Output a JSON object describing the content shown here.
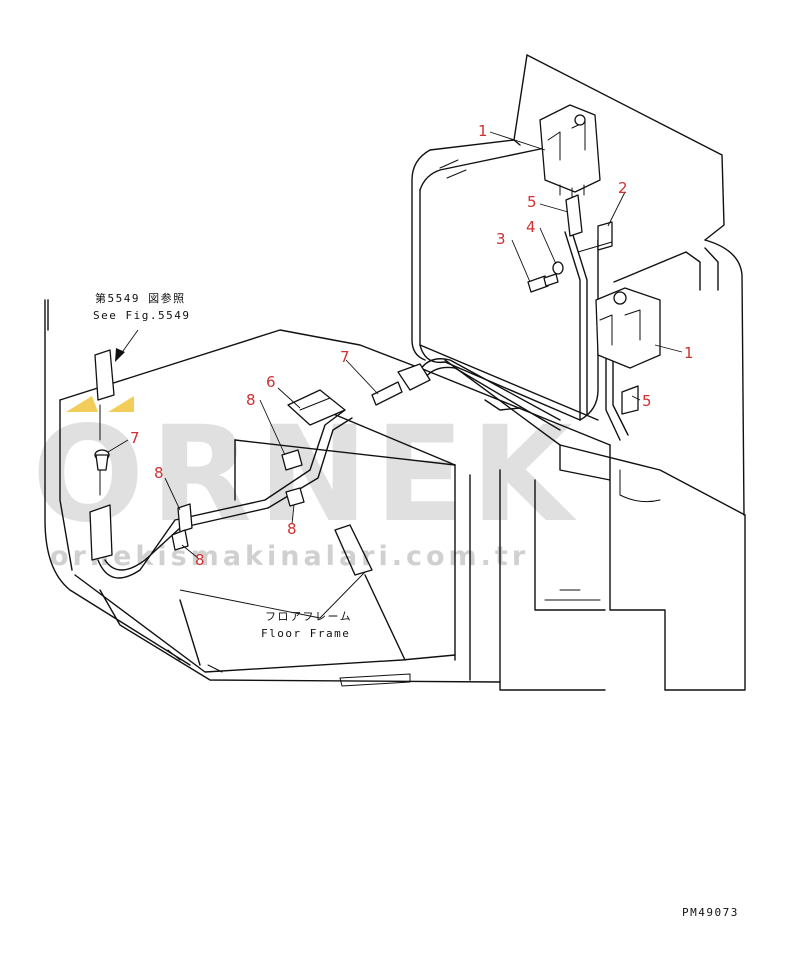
{
  "diagram": {
    "callouts": {
      "c1_top": "1",
      "c2": "2",
      "c3": "3",
      "c4": "4",
      "c5_top": "5",
      "c1_right": "1",
      "c5_right": "5",
      "c6": "6",
      "c7_top": "7",
      "c7_left": "7",
      "c8_a": "8",
      "c8_b": "8",
      "c8_c": "8",
      "c8_d": "8"
    },
    "reference": {
      "jp": "第5549 図参照",
      "en": "See Fig.5549"
    },
    "floor_frame": {
      "jp": "フロアフレーム",
      "en": "Floor Frame"
    },
    "drawing_number": "PM49073"
  },
  "watermark": {
    "brand": "ORNEK",
    "url": "ornekismakinalari.com.tr",
    "accent_color": "#f0c030"
  }
}
